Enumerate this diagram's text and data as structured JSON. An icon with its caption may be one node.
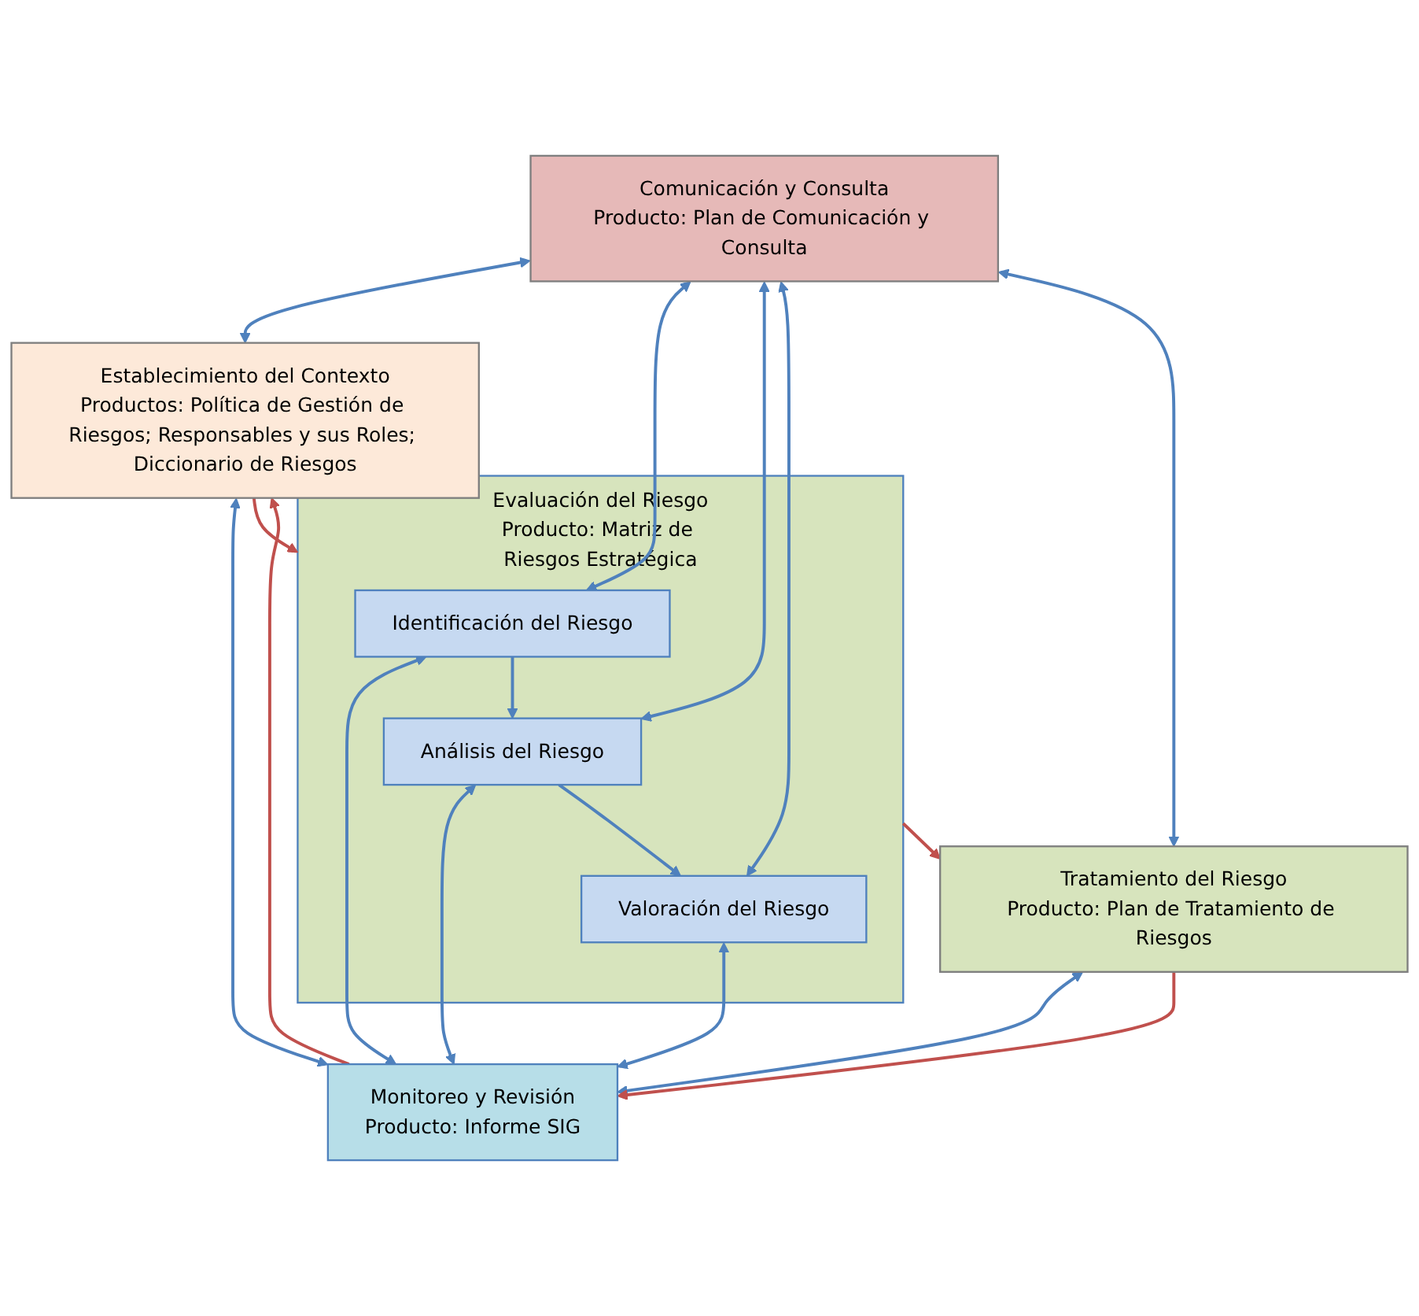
{
  "diagram": {
    "nodes": [
      {
        "text": [
          "Comunicación y Consulta",
          "Producto: Plan de Comunicación y Consulta"
        ]
      },
      {
        "text": [
          "Establecimiento del Contexto",
          "Productos: Política de Gestión de Riesgos; Responsables y sus Roles; Diccionario de Riesgos"
        ]
      },
      {
        "text": [
          "Evaluación del Riesgo",
          "Producto: Matriz de Riesgos Estratégica"
        ]
      },
      {
        "text": [
          "Identificación del Riesgo"
        ],
        "in": 2
      },
      {
        "text": [
          "Análisis del Riesgo"
        ],
        "in": 2
      },
      {
        "text": [
          "Valoración del Riesgo"
        ],
        "in": 2
      },
      {
        "text": [
          "Tratamiento del Riesgo",
          "Producto: Plan de Tratamiento de Riesgos"
        ]
      },
      {
        "text": [
          "Monitoreo y Revisión",
          "Producto: Informe SIG"
        ]
      }
    ],
    "edges": [
      {
        "from": 0,
        "to": 1,
        "arrow": "both"
      },
      {
        "from": 1,
        "to": 7,
        "arrow": "both"
      },
      {
        "from": 1,
        "to": 2,
        "arrow": "to",
        "color": "#c0504d"
      },
      {
        "from": 0,
        "to": 3,
        "arrow": "both"
      },
      {
        "from": 3,
        "to": 7,
        "arrow": "both"
      },
      {
        "from": 3,
        "to": 4,
        "arrow": "to"
      },
      {
        "from": 0,
        "to": 4,
        "arrow": "both"
      },
      {
        "from": 4,
        "to": 7,
        "arrow": "both"
      },
      {
        "from": 4,
        "to": 5,
        "arrow": "to"
      },
      {
        "from": 0,
        "to": 5,
        "arrow": "both"
      },
      {
        "from": 5,
        "to": 7,
        "arrow": "both"
      },
      {
        "from": 2,
        "to": 6,
        "arrow": "to",
        "color": "#c0504d"
      },
      {
        "from": 0,
        "to": 6,
        "arrow": "both"
      },
      {
        "from": 6,
        "to": 7,
        "arrow": "both"
      },
      {
        "from": 6,
        "to": 7,
        "arrow": "to",
        "color": "#c0504d"
      },
      {
        "from": 7,
        "to": 1,
        "arrow": "to",
        "color": "#c0504d"
      }
    ]
  }
}
